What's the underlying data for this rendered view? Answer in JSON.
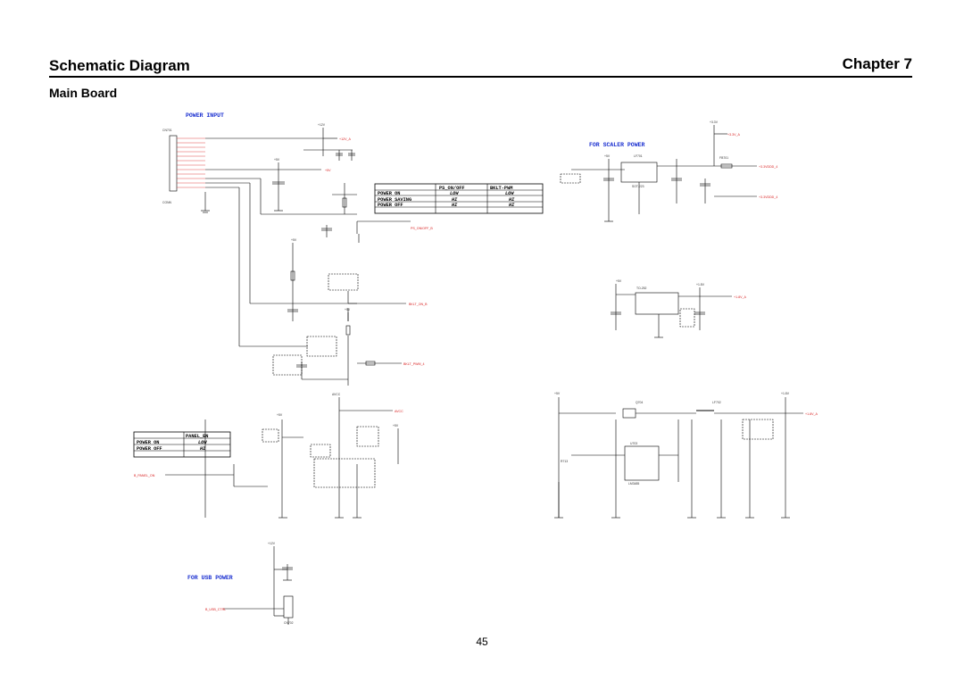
{
  "header": {
    "title": "Schematic Diagram",
    "chapter": "Chapter  7"
  },
  "subtitle": "Main Board",
  "page_number": "45",
  "sections": {
    "power_input": "POWER INPUT",
    "scaler_power": "FOR SCALER POWER",
    "usb_power": "FOR USB POWER"
  },
  "table_ps": {
    "headers": [
      "",
      "PS_ON/OFF",
      "BKLT-PWM"
    ],
    "rows": [
      [
        "POWER ON",
        "LOW",
        "LOW"
      ],
      [
        "POWER SAVING",
        "HI",
        "HI"
      ],
      [
        "POWER OFF",
        "HI",
        "HI"
      ]
    ]
  },
  "table_panel": {
    "headers": [
      "",
      "PANEL_EN"
    ],
    "rows": [
      [
        "POWER ON",
        "LOW"
      ],
      [
        "POWER OFF",
        "HI"
      ]
    ]
  },
  "nets": {
    "v12": "+12V",
    "v12_a": "+12V_A",
    "v5": "+5V",
    "v3v3": "+3.3V",
    "v1v8": "+1.8V",
    "avcc": "AVCC",
    "ps_onoff": "PS_ON/OFF_B",
    "bklt_on": "BKLT_ON_B",
    "bklt_pwm": "BKLT_PWM_4",
    "panel_on": "B_PANEL_ON",
    "usb_on": "B_USB_CTRL",
    "vcc3v3": "+3.3VDDD_4",
    "v3v3_a": "+3.3V_A",
    "v1v8_a": "+1.8V_A"
  },
  "refs": {
    "cn701": "CN701",
    "conn": "CONN",
    "sot223": "SOT-223",
    "to252": "TO-252",
    "fb701": "FB701",
    "lf701": "LF701",
    "lf702": "LF702",
    "u703": "U703",
    "q704": "Q704",
    "r713": "R713",
    "ic_label": "LM3485",
    "cn702": "CN702"
  }
}
